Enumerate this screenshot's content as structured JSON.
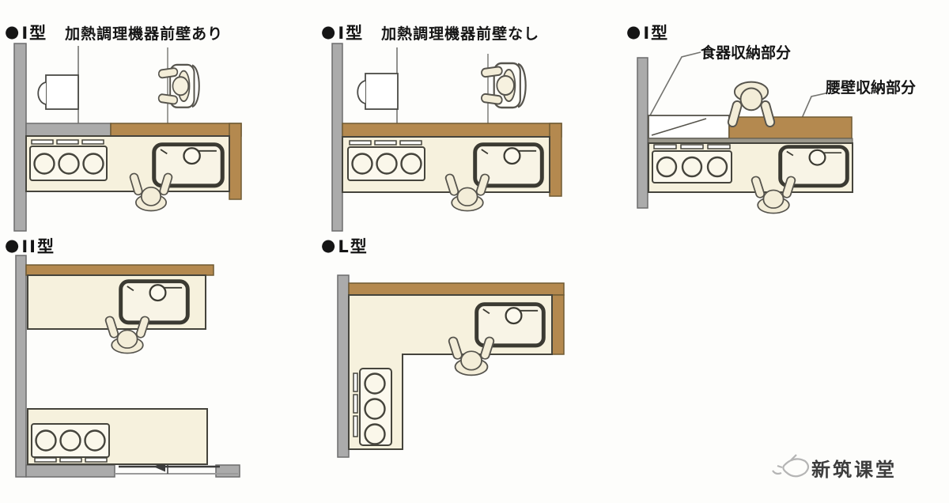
{
  "diagram_title": "kitchen-layout-types",
  "panels": {
    "p1": {
      "marker": "●",
      "type": "I型",
      "annotation": "加熱調理機器前壁あり"
    },
    "p2": {
      "marker": "●",
      "type": "I型",
      "annotation": "加熱調理機器前壁なし"
    },
    "p3": {
      "marker": "●",
      "type": "I型",
      "label_dish_storage": "食器収納部分",
      "label_waist_wall_storage": "腰壁収納部分"
    },
    "p4": {
      "marker": "●",
      "type": "II型"
    },
    "p5": {
      "marker": "●",
      "type": "L型"
    }
  },
  "watermark": {
    "text": "新筑课堂",
    "logo_icon": "bird-sketch-icon"
  },
  "icons": {
    "panel_marker": "filled-circle-bullet",
    "door_arrow": "left-arrow",
    "watermark_logo": "bird-sketch"
  },
  "colors": {
    "wall_gray": "#ababab",
    "counter_brown": "#b4894f",
    "counter_cream": "#f6f1dd",
    "outline_dark": "#45443c",
    "sketch_stroke": "#56544d",
    "watermark_text": "#3d3d3d"
  }
}
